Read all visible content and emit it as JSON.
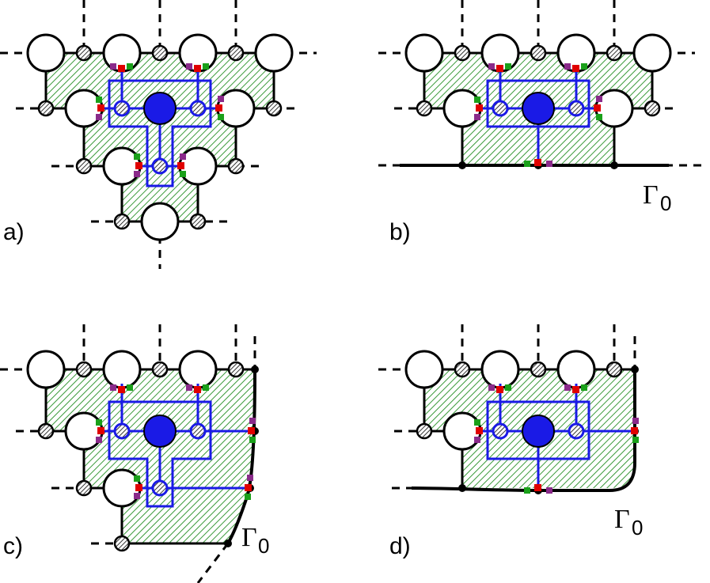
{
  "panels": [
    {
      "id": "a",
      "label": "a)",
      "boundary_label": ""
    },
    {
      "id": "b",
      "label": "b)",
      "boundary_label": "Γ",
      "boundary_sub": "0"
    },
    {
      "id": "c",
      "label": "c)",
      "boundary_label": "Γ",
      "boundary_sub": "0"
    },
    {
      "id": "d",
      "label": "d)",
      "boundary_label": "Γ",
      "boundary_sub": "0"
    }
  ],
  "colors": {
    "hatch": "#3a9a3a",
    "hatch_bg": "#ffffff",
    "blue": "#1a1ae6",
    "red": "#e00000",
    "green": "#1aa01a",
    "purple": "#8a2a8a",
    "black": "#000000"
  }
}
